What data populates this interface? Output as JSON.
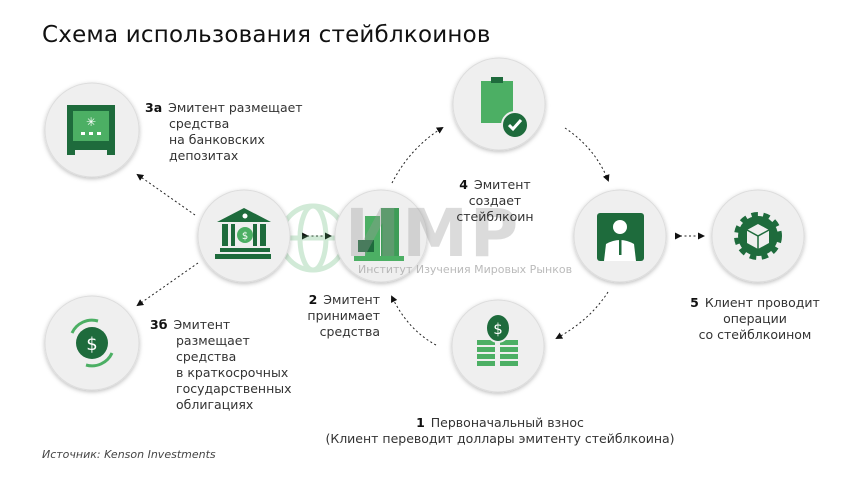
{
  "title": "Схема использования стейблкоинов",
  "colors": {
    "dark_green": "#1e6b3c",
    "light_green": "#4caf64",
    "circle_fill": "#efefef",
    "watermark_gray": "#9a9a9a"
  },
  "nodes": [
    {
      "id": "safe",
      "icon": "safe-icon"
    },
    {
      "id": "bank",
      "icon": "bank-icon"
    },
    {
      "id": "issuer",
      "icon": "office-building-icon"
    },
    {
      "id": "clipboard",
      "icon": "clipboard-check-icon"
    },
    {
      "id": "client",
      "icon": "businessman-icon"
    },
    {
      "id": "gear",
      "icon": "gear-box-icon"
    },
    {
      "id": "money",
      "icon": "money-stack-icon"
    },
    {
      "id": "bonds",
      "icon": "dollar-cycle-icon"
    }
  ],
  "steps": {
    "s3a": {
      "num": "3а",
      "lines": [
        "Эмитент размещает",
        "средства",
        "на банковских",
        "депозитах"
      ]
    },
    "s3b": {
      "num": "3б",
      "lines": [
        "Эмитент",
        "размещает",
        "средства",
        "в краткосрочных",
        "государственных",
        "облигациях"
      ]
    },
    "s2": {
      "num": "2",
      "lines": [
        "Эмитент",
        "принимает",
        "средства"
      ]
    },
    "s4": {
      "num": "4",
      "lines": [
        "Эмитент",
        "создает",
        "стейблкоин"
      ]
    },
    "s5": {
      "num": "5",
      "lines": [
        "Клиент проводит",
        "операции",
        "со стейблкоином"
      ]
    },
    "s1": {
      "num": "1",
      "lines": [
        "Первоначальный взнос",
        "(Клиент переводит доллары эмитенту стейблкоина)"
      ]
    }
  },
  "watermark": {
    "logo": "ИМР",
    "subtitle": "Институт Изучения Мировых Рынков"
  },
  "source": "Источник: Kenson Investments"
}
